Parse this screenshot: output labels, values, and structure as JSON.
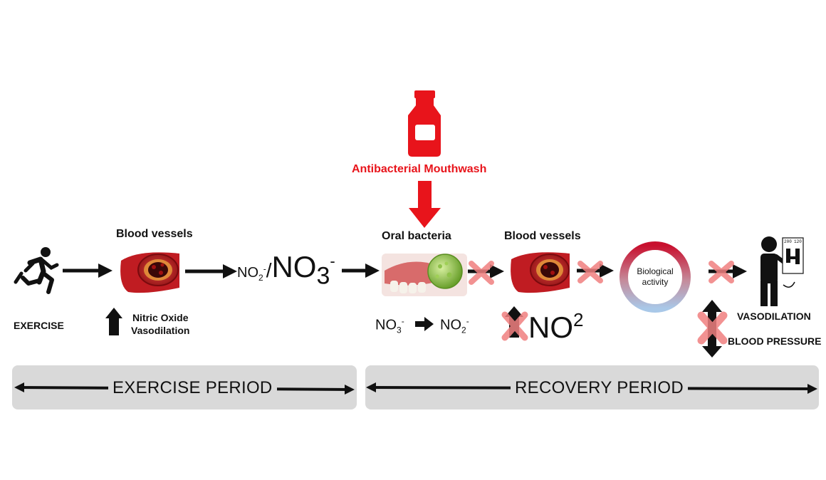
{
  "mouthwash": {
    "label": "Antibacterial Mouthwash"
  },
  "exercise": {
    "label": "EXERCISE"
  },
  "blood_vessels_1": {
    "label": "Blood vessels"
  },
  "nitric_oxide": {
    "line1": "Nitric Oxide",
    "line2": "Vasodilation"
  },
  "nitrite_nitrate": {
    "no2": "NO",
    "no2_sub": "2",
    "no2_sup": "-",
    "slash": "/",
    "no3": "NO",
    "no3_sub": "3",
    "no3_sup": "-"
  },
  "oral_bacteria": {
    "label": "Oral bacteria"
  },
  "conversion": {
    "from": "NO",
    "from_sub": "3",
    "from_sup": "-",
    "to": "NO",
    "to_sub": "2",
    "to_sup": "-"
  },
  "blood_vessels_2": {
    "label": "Blood vessels"
  },
  "no_level": {
    "text": "NO",
    "sup": "2"
  },
  "biological_activity": {
    "line1": "Biological",
    "line2": "activity"
  },
  "vasodilation": {
    "label": "VASODILATION"
  },
  "blood_pressure": {
    "label": "BLOOD PRESSURE"
  },
  "gauge": {
    "left": "200",
    "right": "120"
  },
  "periods": {
    "exercise": "EXERCISE PERIOD",
    "recovery": "RECOVERY PERIOD"
  },
  "colors": {
    "accent_red": "#e8141b",
    "cross_pink": "#f08080",
    "period_gray": "#d9d9d9"
  }
}
